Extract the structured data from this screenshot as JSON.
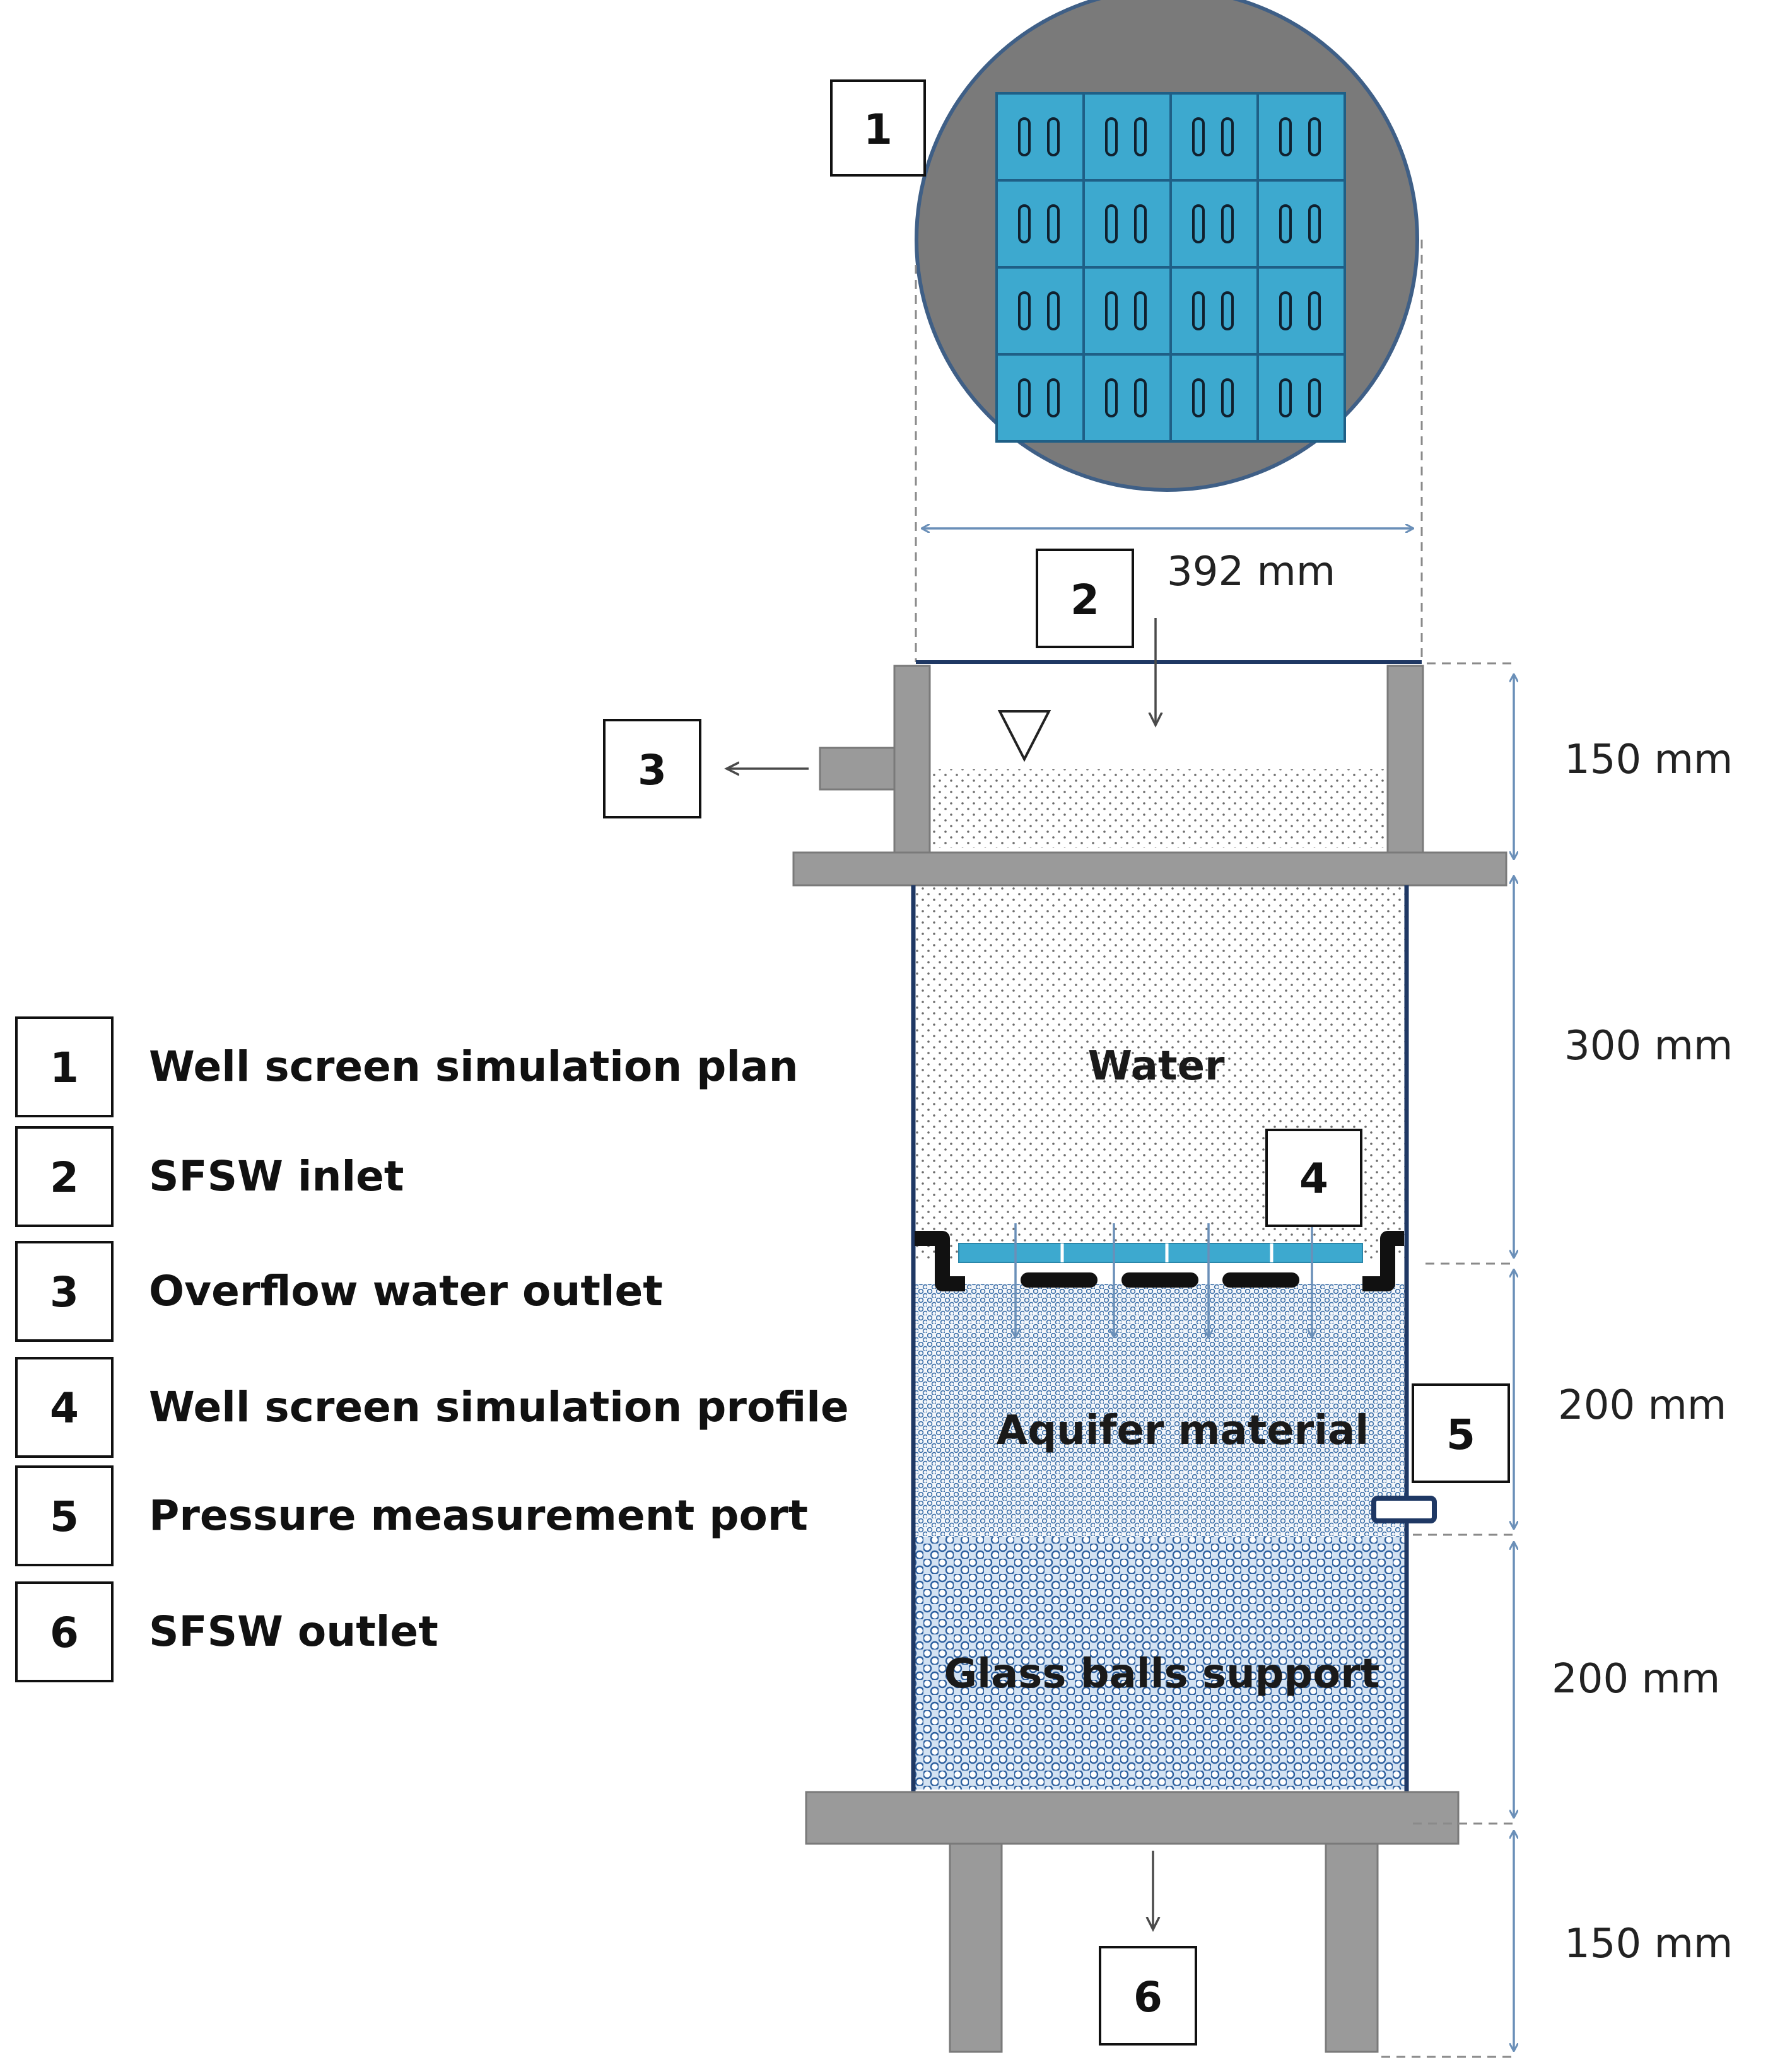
{
  "callouts": {
    "n1": "1",
    "n2": "2",
    "n3": "3",
    "n4": "4",
    "n5": "5",
    "n6": "6"
  },
  "legend": [
    {
      "num": "1",
      "text": "Well screen simulation plan"
    },
    {
      "num": "2",
      "text": "SFSW  inlet"
    },
    {
      "num": "3",
      "text": "Overflow water outlet"
    },
    {
      "num": "4",
      "text": "Well screen simulation profile"
    },
    {
      "num": "5",
      "text": "Pressure measurement port"
    },
    {
      "num": "6",
      "text": "SFSW  outlet"
    }
  ],
  "layers": {
    "water": "Water",
    "aquifer": "Aquifer material",
    "glass": "Glass balls support"
  },
  "dimensions": {
    "diameter": "392 mm",
    "top_section": "150 mm",
    "water_section": "300 mm",
    "aquifer_section": "200 mm",
    "glass_section": "200 mm",
    "legs_section": "150 mm"
  },
  "colors": {
    "screen_blue": "#3DA9CF",
    "grey": "#9A9A9A",
    "dark_grey": "#7F7F7F",
    "column_outline": "#1F3864",
    "dimension_line": "#6A8FB8"
  }
}
